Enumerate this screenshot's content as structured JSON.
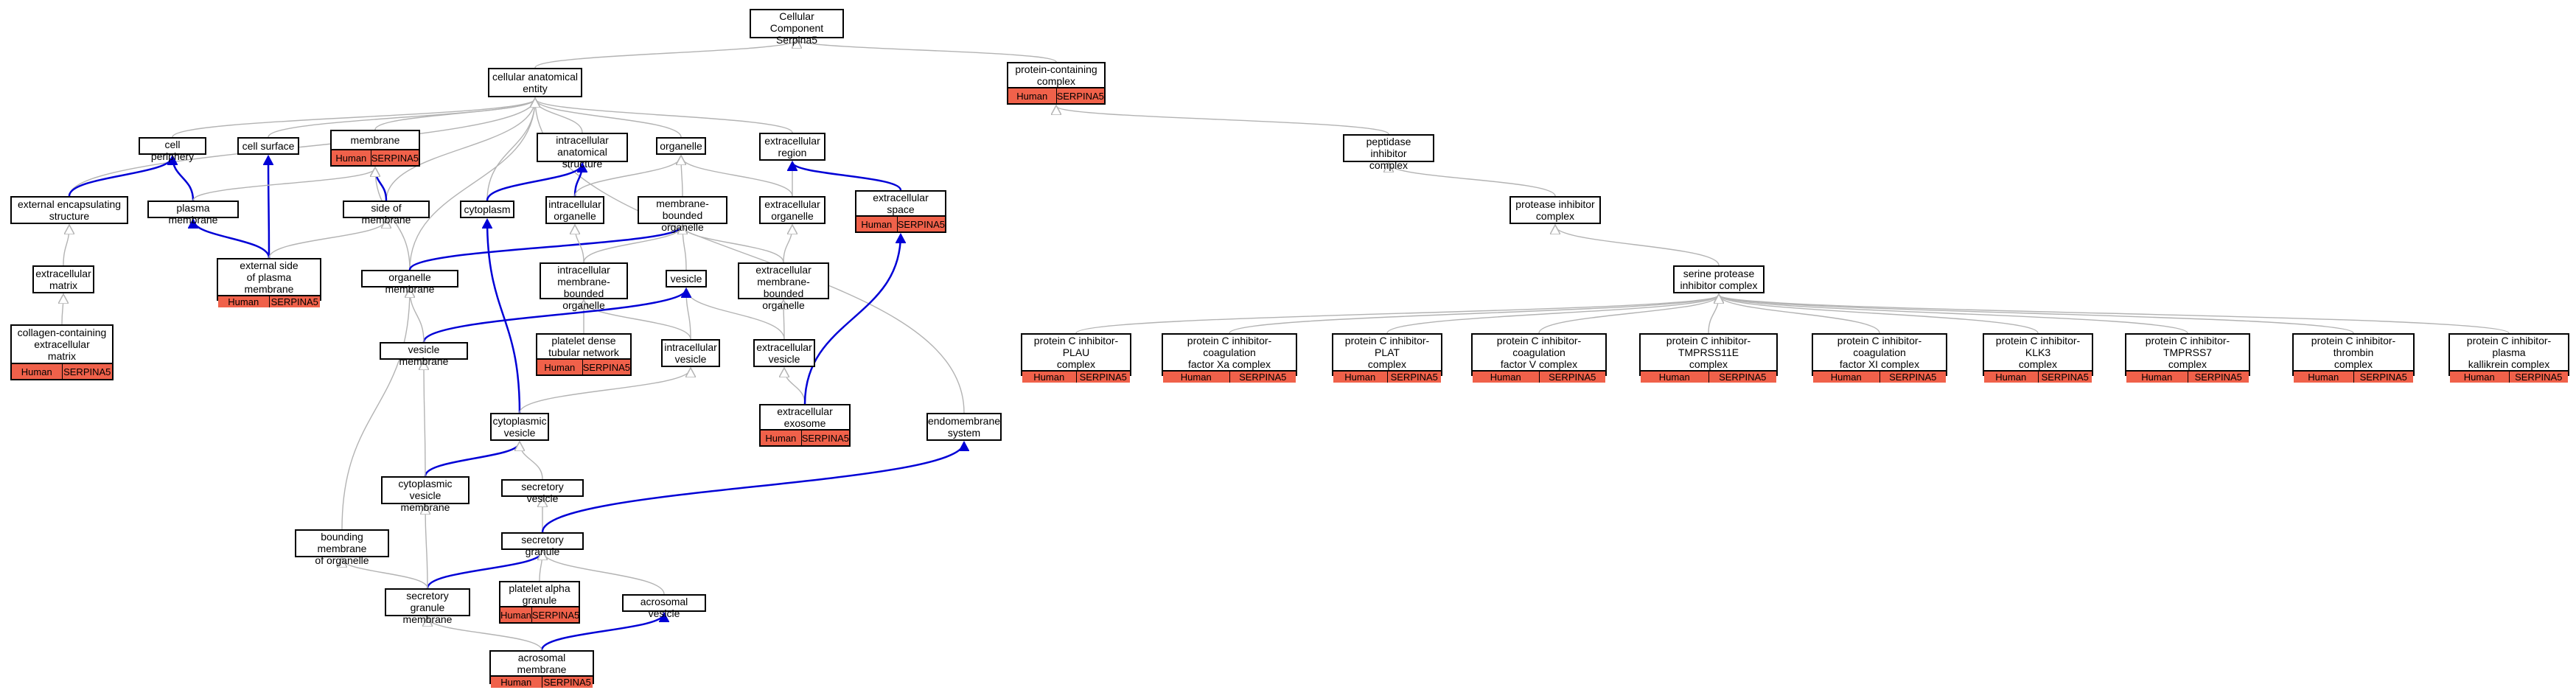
{
  "colors": {
    "grey_edge": "#b3b3b3",
    "blue_edge": "#0000d6",
    "annotation": "#f0614a"
  },
  "nodes": [
    {
      "id": "root",
      "label": "Cellular Component\nSerpina5"
    },
    {
      "id": "cae",
      "label": "cellular anatomical\nentity"
    },
    {
      "id": "pcc",
      "label": "protein-containing\ncomplex",
      "anno": [
        "Human",
        "SERPINA5"
      ]
    },
    {
      "id": "cellper",
      "label": "cell periphery"
    },
    {
      "id": "cellsurf",
      "label": "cell surface"
    },
    {
      "id": "membrane",
      "label": "membrane",
      "anno": [
        "Human",
        "SERPINA5"
      ]
    },
    {
      "id": "ias",
      "label": "intracellular\nanatomical structure"
    },
    {
      "id": "organelle",
      "label": "organelle"
    },
    {
      "id": "ecregion",
      "label": "extracellular\nregion"
    },
    {
      "id": "ecspace",
      "label": "extracellular\nspace",
      "anno": [
        "Human",
        "SERPINA5"
      ]
    },
    {
      "id": "extenc",
      "label": "external encapsulating\nstructure"
    },
    {
      "id": "plasmamem",
      "label": "plasma membrane"
    },
    {
      "id": "sidemem",
      "label": "side of membrane"
    },
    {
      "id": "cytoplasm",
      "label": "cytoplasm"
    },
    {
      "id": "iorg",
      "label": "intracellular\norganelle"
    },
    {
      "id": "mbo",
      "label": "membrane-bounded\norganelle"
    },
    {
      "id": "ecorg",
      "label": "extracellular\norganelle"
    },
    {
      "id": "pic",
      "label": "peptidase inhibitor\ncomplex"
    },
    {
      "id": "protinh",
      "label": "protease inhibitor\ncomplex"
    },
    {
      "id": "ecm",
      "label": "extracellular\nmatrix"
    },
    {
      "id": "extside",
      "label": "external side\nof plasma membrane",
      "anno": [
        "Human",
        "SERPINA5"
      ]
    },
    {
      "id": "orgmem",
      "label": "organelle membrane"
    },
    {
      "id": "imbo",
      "label": "intracellular\nmembrane-bounded\norganelle"
    },
    {
      "id": "vesicle",
      "label": "vesicle"
    },
    {
      "id": "embo",
      "label": "extracellular\nmembrane-bounded\norganelle"
    },
    {
      "id": "spic",
      "label": "serine protease\ninhibitor complex"
    },
    {
      "id": "collagen",
      "label": "collagen-containing\nextracellular\nmatrix",
      "anno": [
        "Human",
        "SERPINA5"
      ]
    },
    {
      "id": "vesmem",
      "label": "vesicle membrane"
    },
    {
      "id": "pdtn",
      "label": "platelet dense\ntubular network",
      "anno": [
        "Human",
        "SERPINA5"
      ]
    },
    {
      "id": "iv",
      "label": "intracellular\nvesicle"
    },
    {
      "id": "ev",
      "label": "extracellular\nvesicle"
    },
    {
      "id": "plau",
      "label": "protein C inhibitor-PLAU\ncomplex",
      "anno": [
        "Human",
        "SERPINA5"
      ]
    },
    {
      "id": "fxa",
      "label": "protein C inhibitor-coagulation\nfactor Xa complex",
      "anno": [
        "Human",
        "SERPINA5"
      ]
    },
    {
      "id": "plat",
      "label": "protein C inhibitor-PLAT\ncomplex",
      "anno": [
        "Human",
        "SERPINA5"
      ]
    },
    {
      "id": "fv",
      "label": "protein C inhibitor-coagulation\nfactor V complex",
      "anno": [
        "Human",
        "SERPINA5"
      ]
    },
    {
      "id": "tmprss11e",
      "label": "protein C inhibitor-TMPRSS11E\ncomplex",
      "anno": [
        "Human",
        "SERPINA5"
      ]
    },
    {
      "id": "fxi",
      "label": "protein C inhibitor-coagulation\nfactor XI complex",
      "anno": [
        "Human",
        "SERPINA5"
      ]
    },
    {
      "id": "klk3",
      "label": "protein C inhibitor-KLK3\ncomplex",
      "anno": [
        "Human",
        "SERPINA5"
      ]
    },
    {
      "id": "tmprss7",
      "label": "protein C inhibitor-TMPRSS7\ncomplex",
      "anno": [
        "Human",
        "SERPINA5"
      ]
    },
    {
      "id": "thrombin",
      "label": "protein C inhibitor-thrombin\ncomplex",
      "anno": [
        "Human",
        "SERPINA5"
      ]
    },
    {
      "id": "plasmakal",
      "label": "protein C inhibitor-plasma\nkallikrein complex",
      "anno": [
        "Human",
        "SERPINA5"
      ]
    },
    {
      "id": "exosome",
      "label": "extracellular\nexosome",
      "anno": [
        "Human",
        "SERPINA5"
      ]
    },
    {
      "id": "endomem",
      "label": "endomembrane\nsystem"
    },
    {
      "id": "cytves",
      "label": "cytoplasmic\nvesicle"
    },
    {
      "id": "cvm",
      "label": "cytoplasmic\nvesicle membrane"
    },
    {
      "id": "secves",
      "label": "secretory vesicle"
    },
    {
      "id": "bmo",
      "label": "bounding membrane\nof organelle"
    },
    {
      "id": "secgran",
      "label": "secretory granule"
    },
    {
      "id": "sgm",
      "label": "secretory granule\nmembrane"
    },
    {
      "id": "pag",
      "label": "platelet alpha\ngranule",
      "anno": [
        "Human",
        "SERPINA5"
      ]
    },
    {
      "id": "acrves",
      "label": "acrosomal vesicle"
    },
    {
      "id": "acrmem",
      "label": "acrosomal membrane",
      "anno": [
        "Human",
        "SERPINA5"
      ]
    }
  ]
}
